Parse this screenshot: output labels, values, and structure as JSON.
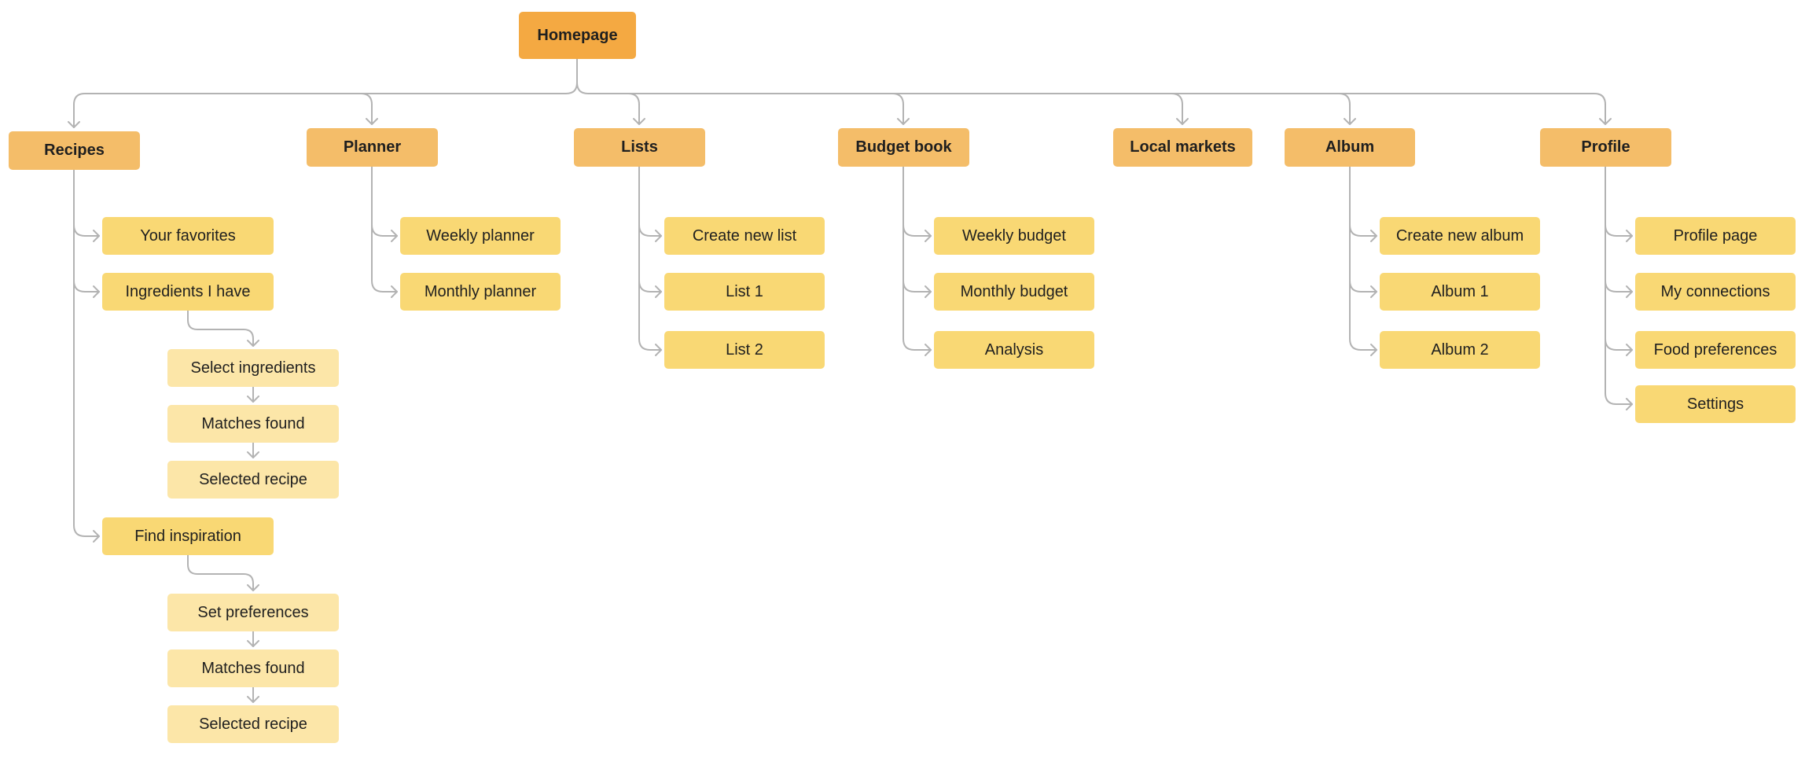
{
  "root": "Homepage",
  "sections": {
    "recipes": {
      "label": "Recipes",
      "items": [
        "Your favorites",
        "Ingredients I have",
        "Find inspiration"
      ],
      "ingredients_flow": [
        "Select ingredients",
        "Matches found",
        "Selected recipe"
      ],
      "inspiration_flow": [
        "Set preferences",
        "Matches found",
        "Selected recipe"
      ]
    },
    "planner": {
      "label": "Planner",
      "items": [
        "Weekly planner",
        "Monthly planner"
      ]
    },
    "lists": {
      "label": "Lists",
      "items": [
        "Create new list",
        "List 1",
        "List 2"
      ]
    },
    "budget": {
      "label": "Budget book",
      "items": [
        "Weekly budget",
        "Monthly budget",
        "Analysis"
      ]
    },
    "markets": {
      "label": "Local markets"
    },
    "album": {
      "label": "Album",
      "items": [
        "Create new album",
        "Album 1",
        "Album 2"
      ]
    },
    "profile": {
      "label": "Profile",
      "items": [
        "Profile page",
        "My connections",
        "Food preferences",
        "Settings"
      ]
    }
  },
  "colors": {
    "root": "#f4a942",
    "section": "#f4bd69",
    "item": "#f9d874",
    "step": "#fce6a8",
    "connector": "#b3b3b3"
  }
}
